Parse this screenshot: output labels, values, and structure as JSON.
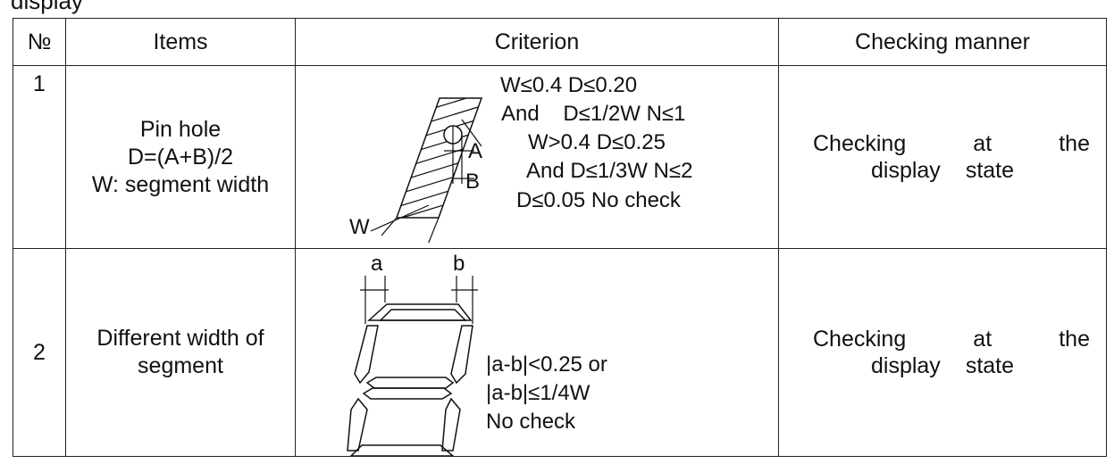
{
  "header": {
    "top_text": "display",
    "col_no": "№",
    "col_items": "Items",
    "col_criterion": "Criterion",
    "col_checking": "Checking manner"
  },
  "rows": [
    {
      "no": "1",
      "items": [
        "Pin hole",
        "D=(A+B)/2",
        "W: segment width"
      ],
      "criterion": [
        "W≤0.4 D≤0.20",
        "And    D≤1/2W N≤1",
        "W>0.4 D≤0.25",
        "And D≤1/3W N≤2",
        "D≤0.05 No check"
      ],
      "diagram_labels": {
        "a": "A",
        "b": "B",
        "w": "W"
      },
      "checking": [
        "Checking",
        "at",
        "the",
        "display",
        "state"
      ]
    },
    {
      "no": "2",
      "items": [
        "Different width of",
        "segment"
      ],
      "criterion": [
        "|a-b|<0.25 or",
        "|a-b|≤1/4W",
        "No check"
      ],
      "diagram_labels": {
        "a": "a",
        "b": "b"
      },
      "checking": [
        "Checking",
        "at",
        "the",
        "display",
        "state"
      ]
    }
  ]
}
